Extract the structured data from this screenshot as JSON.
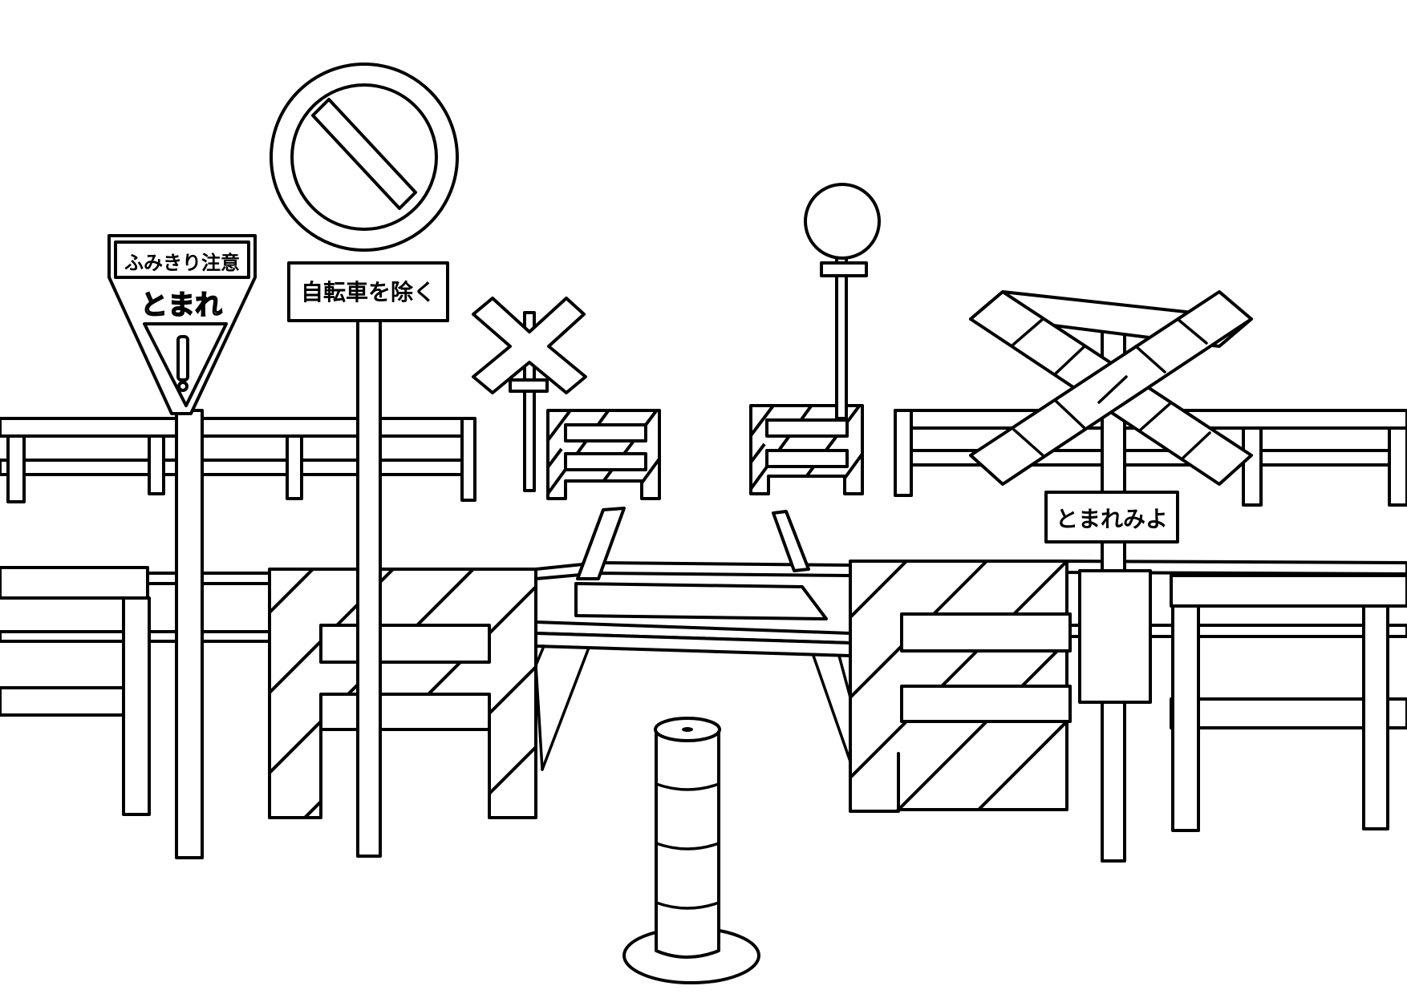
{
  "signs": {
    "railroad_caution": "ふみきり注意",
    "stop_outline": "とまれ",
    "except_bicycles": "自転車を除く",
    "stop_and_look": "とまれみよ"
  },
  "colors": {
    "line": "#000000",
    "fill": "#ffffff"
  }
}
